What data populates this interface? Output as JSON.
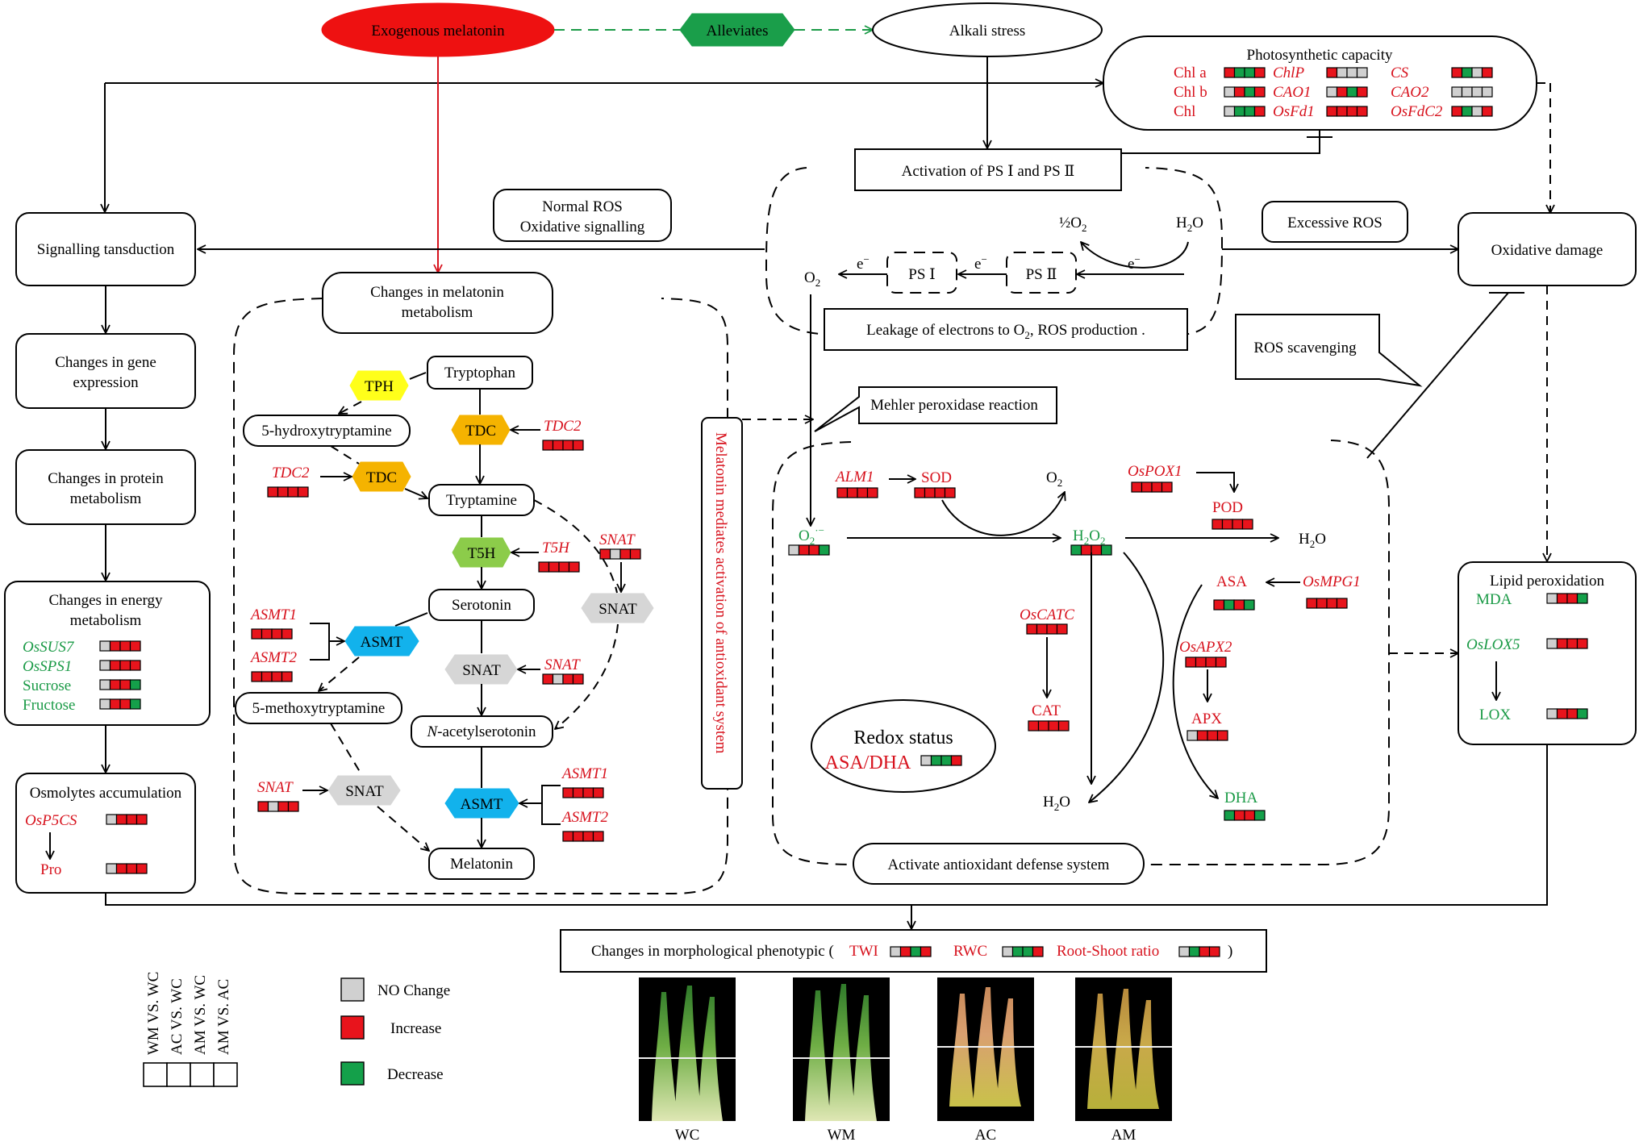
{
  "colors": {
    "no_change": "#d0d0d0",
    "increase": "#e8141c",
    "decrease": "#14a04a",
    "red_text": "#d7121d",
    "green_text": "#1a9a46",
    "tph": "#ffff1a",
    "tdc": "#f5b300",
    "t5h": "#8ccc4a",
    "asmt": "#12b2ec",
    "snat": "#d6d6d6",
    "melatonin": "#ee1111",
    "alleviates": "#1a9e4a"
  },
  "top": {
    "melatonin": "Exogenous melatonin",
    "alleviates": "Alleviates",
    "alkali": "Alkali stress"
  },
  "photo": {
    "title": "Photosynthetic capacity",
    "items": [
      {
        "label": "Chl a",
        "italic": false,
        "color": "red",
        "bar": [
          "r",
          "g",
          "g",
          "r"
        ]
      },
      {
        "label": "ChlP",
        "italic": true,
        "color": "red",
        "bar": [
          "r",
          "n",
          "n",
          "n"
        ]
      },
      {
        "label": "CS",
        "italic": true,
        "color": "red",
        "bar": [
          "r",
          "g",
          "n",
          "r"
        ]
      },
      {
        "label": "Chl b",
        "italic": false,
        "color": "red",
        "bar": [
          "n",
          "r",
          "g",
          "r"
        ]
      },
      {
        "label": "CAO1",
        "italic": true,
        "color": "red",
        "bar": [
          "n",
          "r",
          "g",
          "r"
        ]
      },
      {
        "label": "CAO2",
        "italic": true,
        "color": "red",
        "bar": [
          "n",
          "n",
          "n",
          "n"
        ]
      },
      {
        "label": "Chl",
        "italic": false,
        "color": "red",
        "bar": [
          "n",
          "g",
          "g",
          "r"
        ]
      },
      {
        "label": "OsFd1",
        "italic": true,
        "color": "red",
        "bar": [
          "r",
          "r",
          "r",
          "r"
        ]
      },
      {
        "label": "OsFdC2",
        "italic": true,
        "color": "red",
        "bar": [
          "r",
          "g",
          "n",
          "r"
        ]
      }
    ]
  },
  "ps": {
    "activation": "Activation of PS Ⅰ and PS Ⅱ",
    "half_o2": "½O",
    "half_o2_sub": "2",
    "h2o": "H",
    "h2o_sub": "2",
    "h2o_o": "O",
    "e": "e",
    "e_sup": "−",
    "ps1": "PS Ⅰ",
    "ps2": "PS Ⅱ",
    "o2": "O",
    "o2_sub": "2",
    "leak_1": "Leakage of electrons to O",
    "leak_sub": "2",
    "leak_2": ", ROS production ."
  },
  "ros": {
    "normal_1": "Normal ROS",
    "normal_2": "Oxidative signalling",
    "excessive": "Excessive ROS",
    "oxidative": "Oxidative damage",
    "scavenging": "ROS scavenging",
    "mehler": "Mehler peroxidase reaction"
  },
  "left": {
    "signal": "Signalling tansduction",
    "gene_1": "Changes in gene",
    "gene_2": "expression",
    "protein_1": "Changes in protein",
    "protein_2": "metabolism",
    "energy_1": "Changes in energy",
    "energy_2": "metabolism",
    "energy_items": [
      {
        "label": "OsSUS7",
        "italic": true,
        "bar": [
          "n",
          "r",
          "r",
          "r"
        ]
      },
      {
        "label": "OsSPS1",
        "italic": true,
        "bar": [
          "n",
          "r",
          "r",
          "r"
        ]
      },
      {
        "label": "Sucrose",
        "italic": false,
        "bar": [
          "n",
          "r",
          "r",
          "g"
        ]
      },
      {
        "label": "Fructose",
        "italic": false,
        "bar": [
          "n",
          "r",
          "r",
          "g"
        ]
      }
    ],
    "osmo_title": "Osmolytes accumulation",
    "osmo_gene": "OsP5CS",
    "osmo_gene_bar": [
      "n",
      "r",
      "r",
      "r"
    ],
    "pro": "Pro",
    "pro_bar": [
      "n",
      "r",
      "r",
      "r"
    ]
  },
  "mel": {
    "title_1": "Changes in melatonin",
    "title_2": "metabolism",
    "tryptophan": "Tryptophan",
    "tph": "TPH",
    "tdc": "TDC",
    "hydroxy": "5-hydroxytryptamine",
    "tryptamine": "Tryptamine",
    "t5h": "T5H",
    "serotonin": "Serotonin",
    "snat": "SNAT",
    "asmt": "ASMT",
    "methoxy": "5-methoxytryptamine",
    "acetyl_n": "N",
    "acetyl_rest": "-acetylserotonin",
    "melatonin": "Melatonin",
    "genes": {
      "tdc2_a": {
        "label": "TDC2",
        "bar": [
          "r",
          "r",
          "r",
          "r"
        ]
      },
      "tdc2_b": {
        "label": "TDC2",
        "bar": [
          "r",
          "r",
          "r",
          "r"
        ]
      },
      "t5h": {
        "label": "T5H",
        "bar": [
          "r",
          "r",
          "r",
          "r"
        ]
      },
      "snat_a": {
        "label": "SNAT",
        "bar": [
          "r",
          "n",
          "r",
          "r"
        ]
      },
      "snat_b": {
        "label": "SNAT",
        "bar": [
          "r",
          "n",
          "r",
          "r"
        ]
      },
      "snat_c": {
        "label": "SNAT",
        "bar": [
          "r",
          "n",
          "r",
          "r"
        ]
      },
      "asmt1_a": {
        "label": "ASMT1",
        "bar": [
          "r",
          "r",
          "r",
          "r"
        ]
      },
      "asmt2_a": {
        "label": "ASMT2",
        "bar": [
          "r",
          "r",
          "r",
          "r"
        ]
      },
      "asmt1_b": {
        "label": "ASMT1",
        "bar": [
          "r",
          "r",
          "r",
          "r"
        ]
      },
      "asmt2_b": {
        "label": "ASMT2",
        "bar": [
          "r",
          "r",
          "r",
          "r"
        ]
      }
    },
    "vertical": "Melatonin mediates activation of antioxidant system"
  },
  "anti": {
    "alm1": {
      "label": "ALM1",
      "bar": [
        "r",
        "r",
        "r",
        "r"
      ]
    },
    "sod": "SOD",
    "sod_bar": [
      "r",
      "r",
      "r",
      "r"
    ],
    "o2": "O",
    "o2_sub": "2",
    "ospox1": {
      "label": "OsPOX1",
      "bar": [
        "r",
        "r",
        "r",
        "r"
      ]
    },
    "pod": "POD",
    "pod_bar": [
      "r",
      "r",
      "r",
      "r"
    ],
    "superoxide": "O",
    "superoxide_sub": "2",
    "superoxide_sup": "·−",
    "superoxide_bar": [
      "n",
      "r",
      "r",
      "g"
    ],
    "h2o2": "H",
    "h2o2_sub": "2",
    "h2o2_o": "O",
    "h2o2_bar": [
      "g",
      "r",
      "r",
      "g"
    ],
    "h2o": "H",
    "h2o_sub": "2",
    "h2o_o": "O",
    "oscatc": {
      "label": "OsCATC",
      "bar": [
        "r",
        "r",
        "r",
        "r"
      ]
    },
    "cat": "CAT",
    "cat_bar": [
      "r",
      "r",
      "r",
      "r"
    ],
    "asa": "ASA",
    "asa_bar": [
      "r",
      "g",
      "r",
      "g"
    ],
    "osmpg1": {
      "label": "OsMPG1",
      "bar": [
        "r",
        "r",
        "r",
        "r"
      ]
    },
    "osapx2": {
      "label": "OsAPX2",
      "bar": [
        "r",
        "r",
        "r",
        "r"
      ]
    },
    "apx": "APX",
    "apx_bar": [
      "n",
      "r",
      "r",
      "r"
    ],
    "dha": "DHA",
    "dha_bar": [
      "g",
      "r",
      "r",
      "g"
    ],
    "redox": "Redox status",
    "asa_dha": "ASA/DHA",
    "asa_dha_bar": [
      "n",
      "g",
      "g",
      "r"
    ],
    "activate": "Activate antioxidant defense system"
  },
  "lipid": {
    "title": "Lipid peroxidation",
    "mda": "MDA",
    "mda_bar": [
      "n",
      "r",
      "r",
      "g"
    ],
    "oslox5": "OsLOX5",
    "oslox5_bar": [
      "n",
      "r",
      "r",
      "r"
    ],
    "lox": "LOX",
    "lox_bar": [
      "n",
      "r",
      "r",
      "g"
    ]
  },
  "pheno": {
    "text": "Changes in morphological phenotypic (",
    "twi": "TWI",
    "twi_bar": [
      "n",
      "r",
      "g",
      "r"
    ],
    "rwc": "RWC",
    "rwc_bar": [
      "n",
      "g",
      "g",
      "r"
    ],
    "rs": "Root-Shoot ratio",
    "rs_bar": [
      "n",
      "g",
      "r",
      "r"
    ],
    "close": ")",
    "photos": [
      "WC",
      "WM",
      "AC",
      "AM"
    ]
  },
  "legend": {
    "comparisons": [
      "WM VS. WC",
      "AC VS. WC",
      "AM VS. WC",
      "AM VS. AC"
    ],
    "no_change": "NO  Change",
    "increase": "Increase",
    "decrease": "Decrease"
  }
}
